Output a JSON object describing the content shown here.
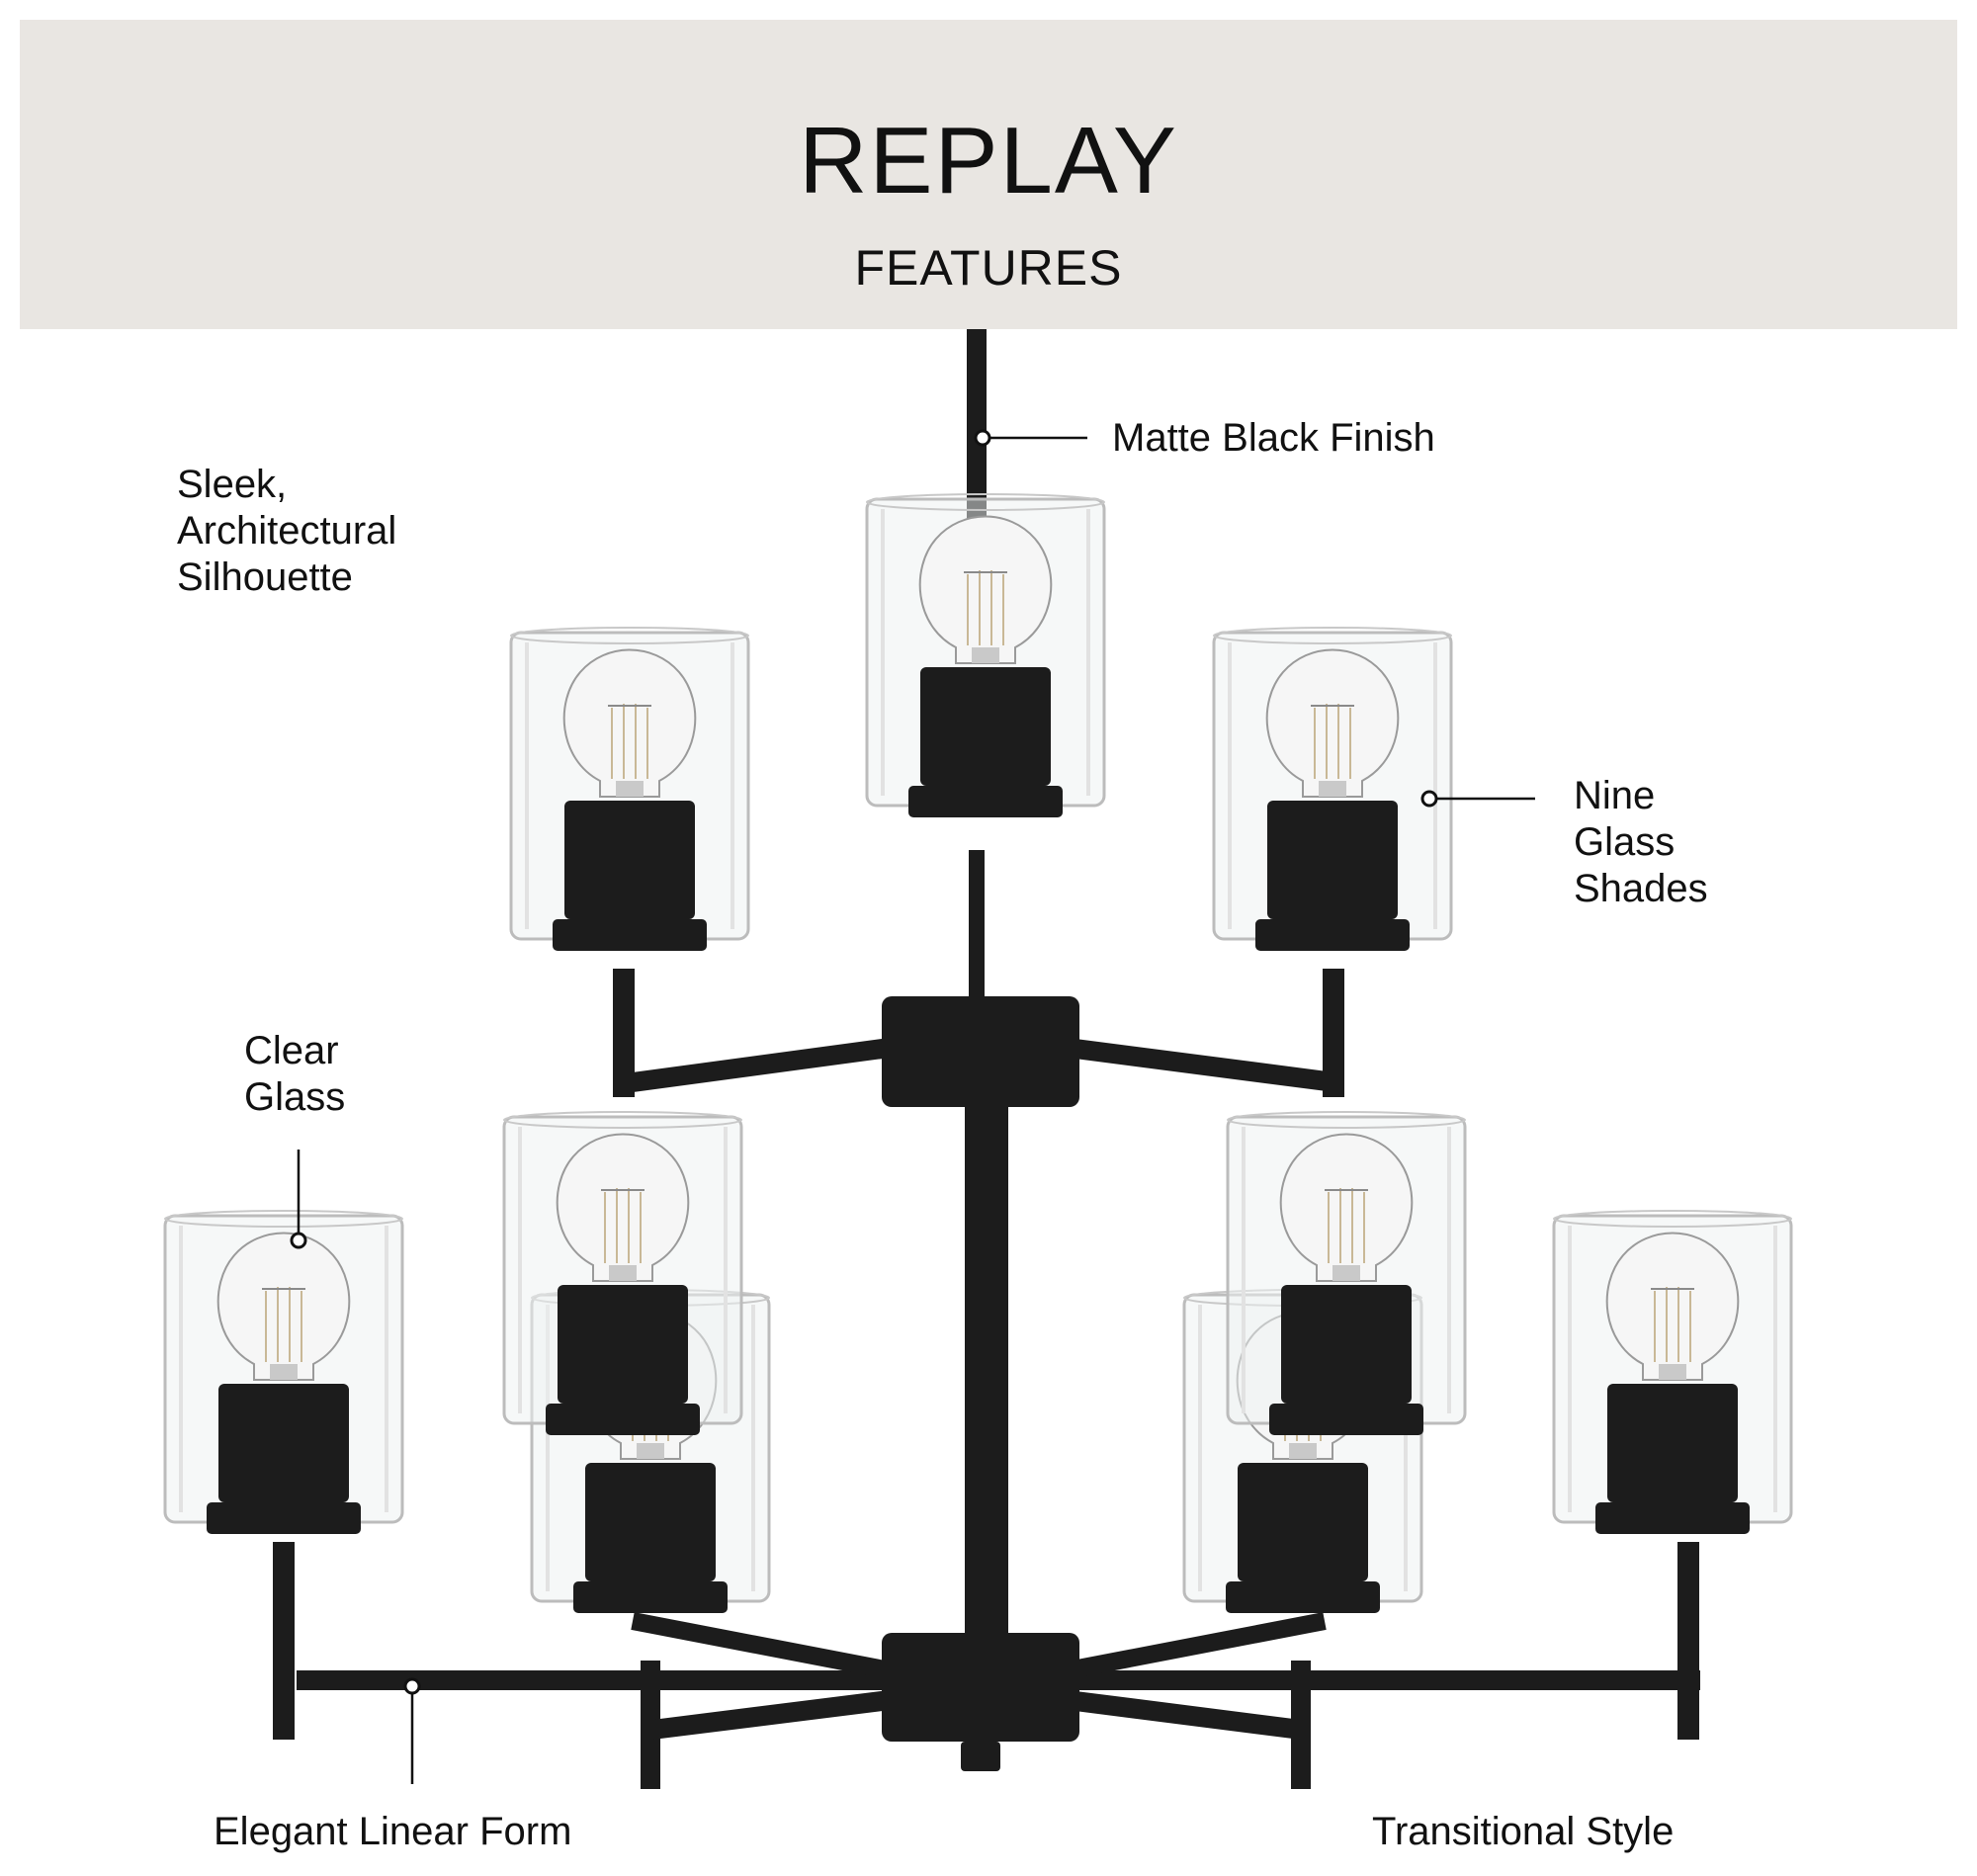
{
  "header": {
    "title": "REPLAY",
    "subtitle": "FEATURES"
  },
  "callouts": {
    "matte_black_finish": "Matte Black Finish",
    "sleek": [
      "Sleek,",
      "Architectural",
      "Silhouette"
    ],
    "nine_glass_shades": [
      "Nine",
      "Glass",
      "Shades"
    ],
    "clear_glass": [
      "Clear",
      "Glass"
    ],
    "elegant_linear_form": "Elegant Linear Form",
    "transitional_style": "Transitional Style"
  },
  "colors": {
    "banner": "#e9e6e2",
    "finish": "#1c1c1c",
    "glass": "#dfe3e4"
  }
}
